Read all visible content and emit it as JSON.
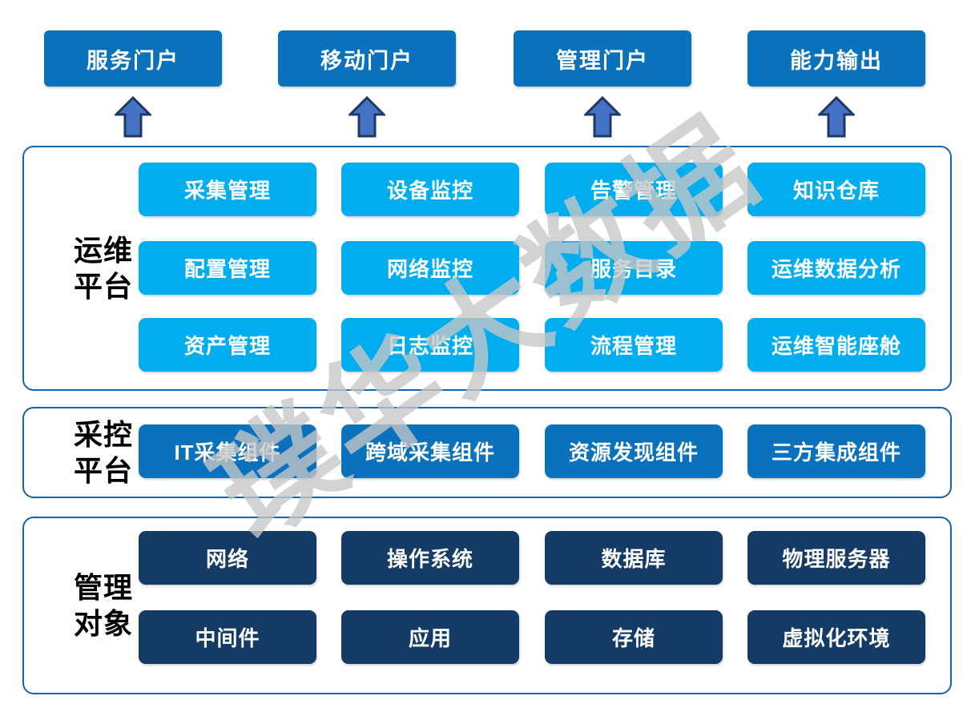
{
  "watermark": {
    "text": "璞华大数据"
  },
  "colors": {
    "portal_blue": "#0a71bd",
    "light_cyan": "#00aeef",
    "dark_navy": "#143a66",
    "arrow_fill": "#4472c4",
    "arrow_stroke": "#1f3864",
    "container_border": "#1565ad",
    "watermark_gray": "#d2d2d2"
  },
  "portals": {
    "items": [
      {
        "label": "服务门户"
      },
      {
        "label": "移动门户"
      },
      {
        "label": "管理门户"
      },
      {
        "label": "能力输出"
      }
    ]
  },
  "sections": [
    {
      "label_line1": "运维",
      "label_line2": "平台",
      "rows": [
        [
          "采集管理",
          "设备监控",
          "告警管理",
          "知识仓库"
        ],
        [
          "配置管理",
          "网络监控",
          "服务目录",
          "运维数据分析"
        ],
        [
          "资产管理",
          "日志监控",
          "流程管理",
          "运维智能座舱"
        ]
      ]
    },
    {
      "label_line1": "采控",
      "label_line2": "平台",
      "rows": [
        [
          "IT采集组件",
          "跨域采集组件",
          "资源发现组件",
          "三方集成组件"
        ]
      ]
    },
    {
      "label_line1": "管理",
      "label_line2": "对象",
      "rows": [
        [
          "网络",
          "操作系统",
          "数据库",
          "物理服务器"
        ],
        [
          "中间件",
          "应用",
          "存储",
          "虚拟化环境"
        ]
      ]
    }
  ]
}
